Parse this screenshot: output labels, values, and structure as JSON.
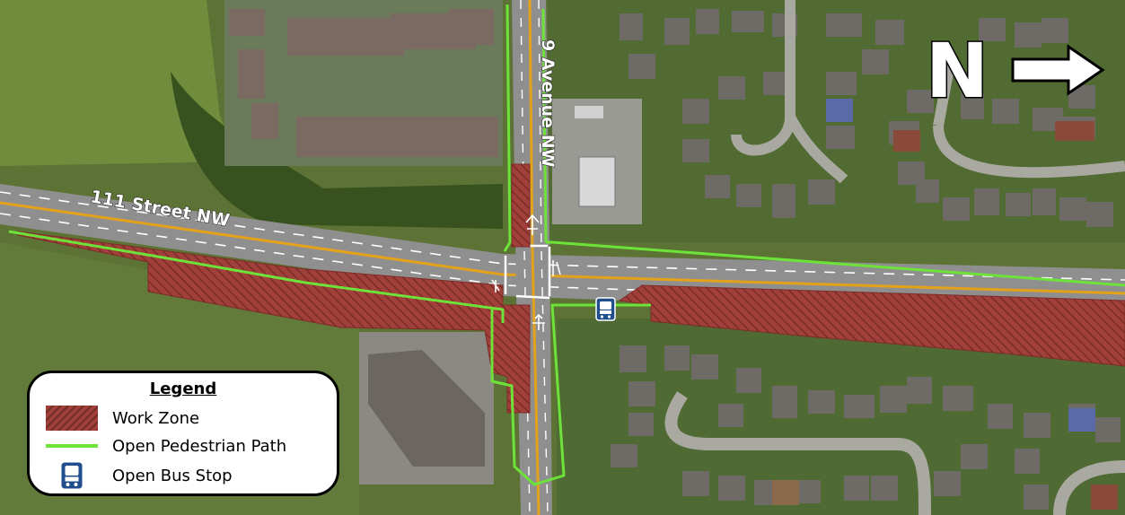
{
  "roads": {
    "street_label": "111 Street NW",
    "avenue_label": "9 Avenue NW"
  },
  "north_arrow": {
    "letter": "N",
    "icon": "arrow-right-icon"
  },
  "legend": {
    "title": "Legend",
    "items": [
      {
        "symbol": "hatched-red-fill",
        "label": "Work Zone"
      },
      {
        "symbol": "green-line",
        "label": "Open Pedestrian Path"
      },
      {
        "symbol": "bus-icon",
        "label": "Open Bus Stop"
      }
    ]
  },
  "colors": {
    "work_zone": "#a1403a",
    "pedestrian_path": "#6de33a",
    "bus_stop": "#1f4e8c",
    "road": "#8f8f8f",
    "centerline": "#e3a21a",
    "grass": "#5f7f3a"
  }
}
